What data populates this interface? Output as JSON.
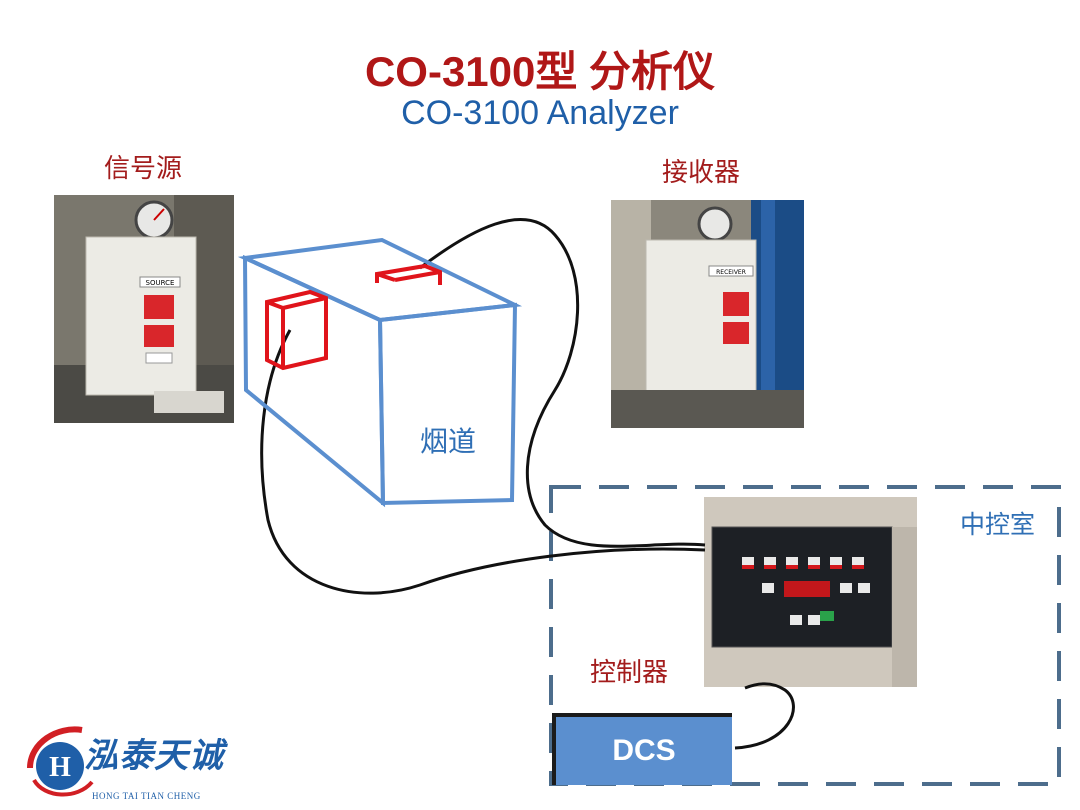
{
  "title": {
    "zh": "CO-3100型 分析仪",
    "en": "CO-3100 Analyzer"
  },
  "labels": {
    "source": "信号源",
    "receiver": "接收器",
    "flue": "烟道",
    "control_room": "中控室",
    "controller": "控制器",
    "dcs": "DCS"
  },
  "photos": {
    "source_tag": "SOURCE",
    "receiver_tag": "RECEIVER"
  },
  "logo": {
    "name": "泓泰天诚",
    "sub": "HONG TAI TIAN CHENG"
  },
  "colors": {
    "title_red": "#b01717",
    "title_blue": "#1f5fa8",
    "duct_blue": "#5b8fcf",
    "mount_red": "#e0141b",
    "dashed": "#4d6d8c",
    "dcs_fill": "#5b8fcf"
  }
}
